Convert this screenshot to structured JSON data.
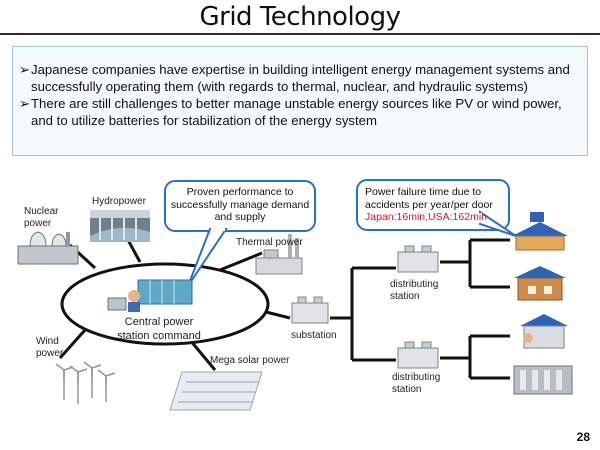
{
  "header": {
    "title": "Grid Technology"
  },
  "bullets": [
    {
      "arrow": "➢",
      "text": "Japanese companies have expertise in building intelligent energy management systems and successfully operating them (with regards to thermal, nuclear, and hydraulic systems)"
    },
    {
      "arrow": "➢",
      "text": "There are still challenges to better manage unstable energy sources like PV or wind power, and to utilize batteries for stabilization of the energy system"
    }
  ],
  "callouts": {
    "performance": {
      "line1": "Proven performance to",
      "line2": "successfully manage demand",
      "line3": "and supply"
    },
    "power_failure": {
      "line1": "Power failure time due to",
      "line2": "accidents per year/per door",
      "highlight": "Japan:16min,USA:162min"
    }
  },
  "nodes": {
    "nuclear": {
      "line1": "Nuclear",
      "line2": "power"
    },
    "hydro": "Hydropower",
    "thermal": "Thermal power",
    "wind": {
      "line1": "Wind",
      "line2": "power"
    },
    "mega_solar": "Mega solar power",
    "central": {
      "line1": "Central power",
      "line2": "station command"
    },
    "substation": "substation",
    "distributing_top": {
      "line1": "distributing",
      "line2": "station"
    },
    "distributing_bottom": {
      "line1": "distributing",
      "line2": "station"
    }
  },
  "footer": {
    "page_number": "28"
  },
  "colors": {
    "callout_border": "#2a6fc9",
    "highlight": "#e0141e",
    "panel_border": "#9fc8e0",
    "line": "#111111"
  }
}
